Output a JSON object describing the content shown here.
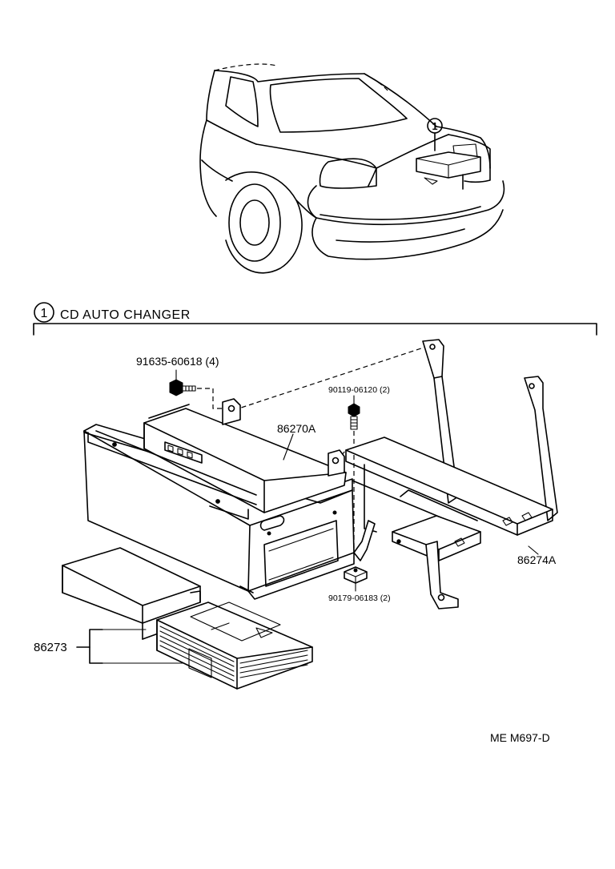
{
  "section": {
    "number": "1",
    "title": "CD AUTO CHANGER"
  },
  "callout_number": "1",
  "parts": {
    "bolt": "91635-60618 (4)",
    "screw": "90119-06120 (2)",
    "changer": "86270A",
    "bracket": "86274A",
    "nut": "90179-06183 (2)",
    "magazine": "86273"
  },
  "code": "ME M697-D"
}
